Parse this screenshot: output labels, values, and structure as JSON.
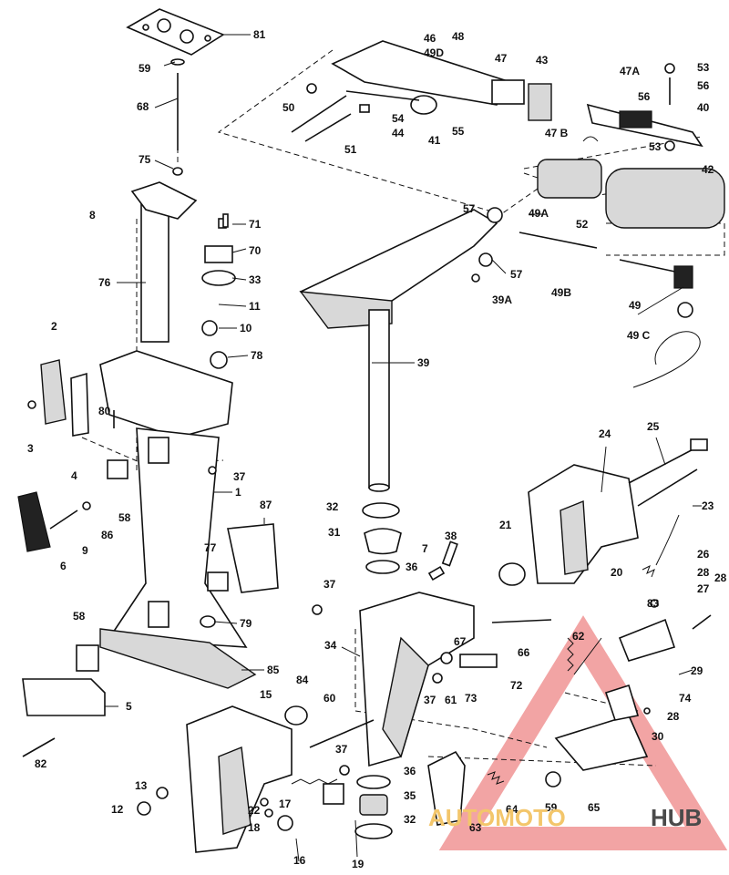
{
  "watermark": {
    "brand_part1": "AUTOMOTO",
    "brand_part2": "HUB",
    "color_primary": "#f3c66b",
    "color_secondary": "#4a4a4a",
    "triangle_color": "#e85a5a"
  },
  "labels": [
    "81",
    "59",
    "68",
    "75",
    "8",
    "76",
    "71",
    "70",
    "33",
    "11",
    "10",
    "78",
    "2",
    "3",
    "4",
    "80",
    "37",
    "1",
    "87",
    "6",
    "9",
    "86",
    "58",
    "77",
    "79",
    "58",
    "85",
    "5",
    "82",
    "13",
    "12",
    "46",
    "49D",
    "48",
    "47",
    "43",
    "47A",
    "53",
    "56",
    "40",
    "50",
    "54",
    "44",
    "41",
    "55",
    "51",
    "47 B",
    "53",
    "42",
    "57",
    "49A",
    "52",
    "57",
    "39A",
    "49B",
    "49",
    "49 C",
    "39",
    "32",
    "31",
    "36",
    "38",
    "7",
    "37",
    "24",
    "25",
    "21",
    "23",
    "26",
    "20",
    "28",
    "83",
    "27",
    "28",
    "29",
    "34",
    "67",
    "66",
    "62",
    "72",
    "37",
    "61",
    "73",
    "74",
    "28",
    "30",
    "60",
    "84",
    "37",
    "36",
    "35",
    "32",
    "63",
    "64",
    "59",
    "65",
    "15",
    "17",
    "22",
    "18",
    "16",
    "19"
  ]
}
